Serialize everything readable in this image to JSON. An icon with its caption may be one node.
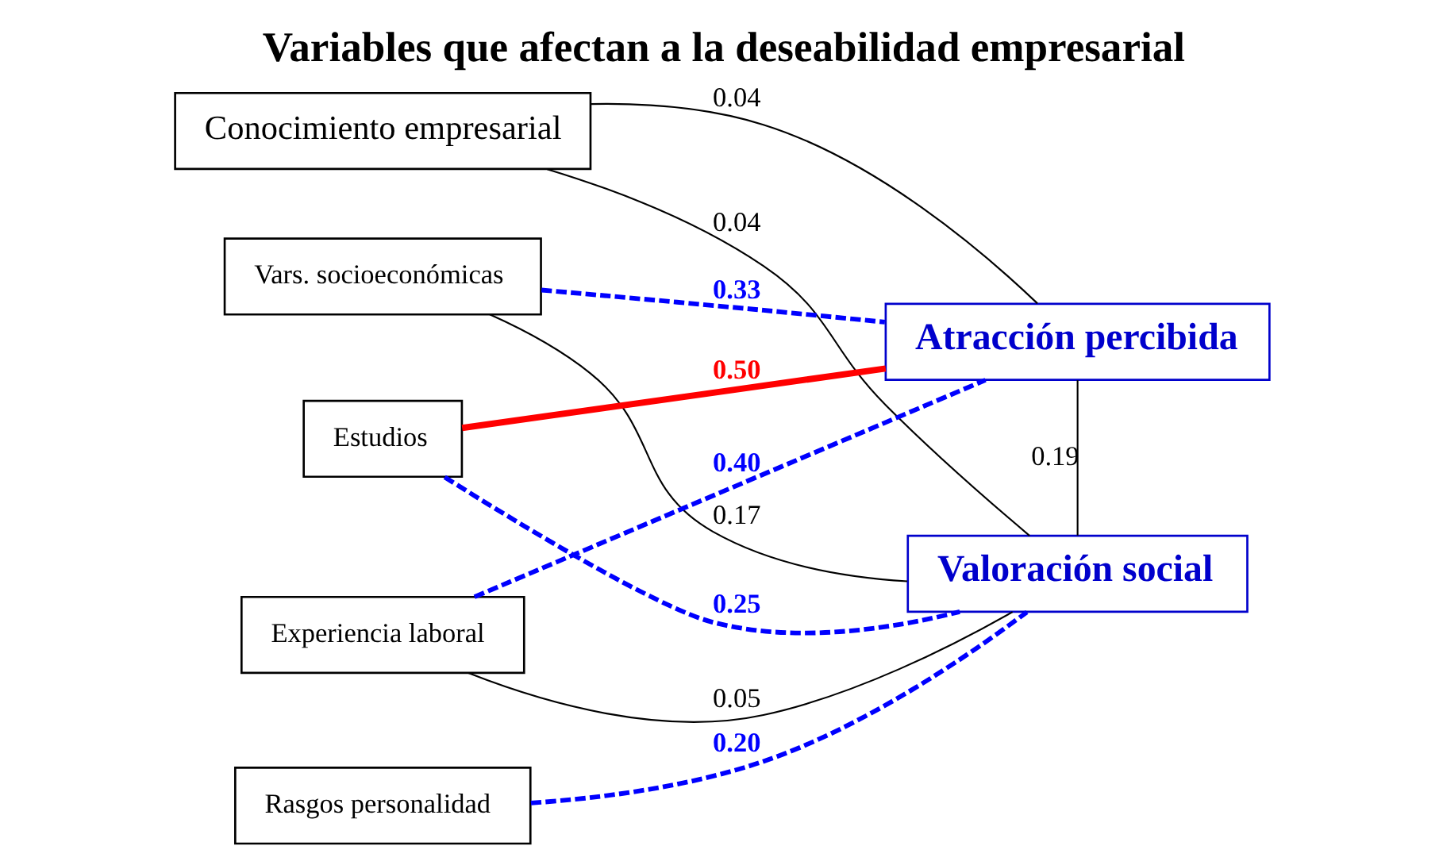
{
  "diagram": {
    "title": "Variables que afectan a la deseabilidad empresarial",
    "nodes": [
      {
        "text": [
          "Conocimiento empresarial"
        ]
      },
      {
        "text": [
          "Vars. socioeconómicas"
        ]
      },
      {
        "text": [
          "Atracción percibida"
        ]
      },
      {
        "text": [
          "Estudios"
        ]
      },
      {
        "text": [
          "Valoración social"
        ]
      },
      {
        "text": [
          "Experiencia laboral"
        ]
      },
      {
        "text": [
          "Rasgos personalidad"
        ]
      }
    ],
    "edges": [
      {
        "from": 0,
        "to": 2,
        "arrow": "none",
        "label": "0.04"
      },
      {
        "from": 0,
        "to": 4,
        "arrow": "none",
        "label": "0.04"
      },
      {
        "from": 1,
        "to": 2,
        "arrow": "none",
        "label": "0.33",
        "style": "dashed",
        "color": "#0000ff"
      },
      {
        "from": 1,
        "to": 4,
        "arrow": "none",
        "label": "0.17"
      },
      {
        "from": 3,
        "to": 2,
        "arrow": "none",
        "label": "0.50",
        "style": "thick",
        "color": "#ff0000"
      },
      {
        "from": 3,
        "to": 4,
        "arrow": "none",
        "label": "0.25",
        "style": "dashed",
        "color": "#0000ff"
      },
      {
        "from": 5,
        "to": 2,
        "arrow": "none",
        "label": "0.40",
        "style": "dashed",
        "color": "#0000ff"
      },
      {
        "from": 5,
        "to": 4,
        "arrow": "none",
        "label": "0.05"
      },
      {
        "from": 6,
        "to": 4,
        "arrow": "none",
        "label": "0.20",
        "style": "dashed",
        "color": "#0000ff"
      },
      {
        "from": 2,
        "to": 4,
        "arrow": "none",
        "label": "0.19"
      }
    ]
  }
}
